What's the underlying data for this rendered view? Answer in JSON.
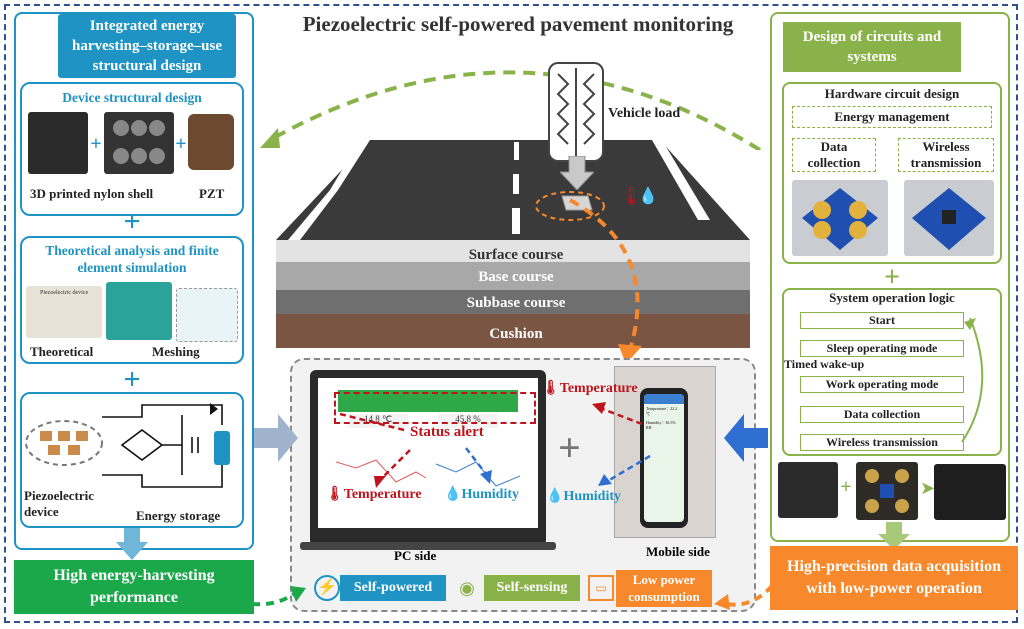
{
  "title": "Piezoelectric self-powered pavement monitoring",
  "left": {
    "header": "Integrated energy harvesting–storage–use structural design",
    "device_design": "Device structural design",
    "shell_label": "3D printed nylon shell",
    "pzt_label": "PZT",
    "theory_title": "Theoretical analysis and finite element simulation",
    "theoretical": "Theoretical",
    "meshing": "Meshing",
    "piezo_device": "Piezoelectric device",
    "energy_storage": "Energy storage",
    "tiny_label": "Piezoelectric device",
    "result": "High energy-harvesting performance"
  },
  "right": {
    "header": "Design of circuits and systems",
    "hw_title": "Hardware circuit design",
    "energy_mgmt": "Energy management",
    "data_collection": "Data collection",
    "wireless": "Wireless transmission",
    "logic_title": "System operation logic",
    "steps": [
      "Start",
      "Sleep operating mode",
      "Work operating mode",
      "Data collection",
      "Wireless transmission"
    ],
    "timed": "Timed wake-up",
    "result": "High-precision data acquisition with low-power operation"
  },
  "road": {
    "vehicle_load": "Vehicle load",
    "layers": [
      "Surface course",
      "Base course",
      "Subbase course",
      "Cushion"
    ]
  },
  "monitor": {
    "pc_side": "PC side",
    "mobile_side": "Mobile side",
    "status_alert": "Status alert",
    "temperature": "Temperature",
    "humidity": "Humidity",
    "temp_top": "Temperature",
    "humidity_right": "Humidity",
    "screen_temp": "14.8 ℃",
    "screen_hum": "45.8 %",
    "phone_temp": "Temperature：22.2 ℃",
    "phone_hum": "Humidity：36.5% RH"
  },
  "badges": {
    "self_powered": "Self-powered",
    "self_sensing": "Self-sensing",
    "low_power": "Low power consumption"
  },
  "colors": {
    "blue": "#1e93c4",
    "green": "#8ab24a",
    "orange": "#f7892c",
    "dark_green": "#1aa84a",
    "red": "#c0141c"
  }
}
